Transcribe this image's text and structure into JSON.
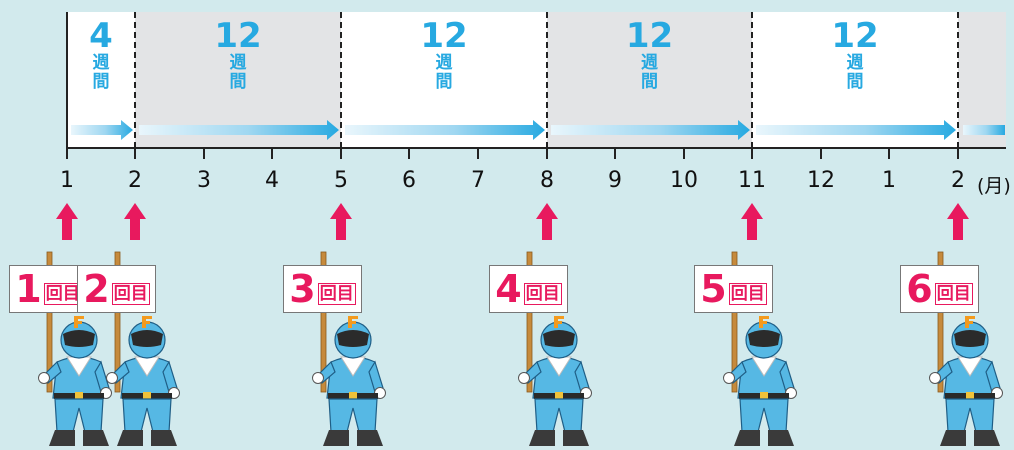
{
  "periods": [
    {
      "number": "4",
      "unit": "週間",
      "shade": "white"
    },
    {
      "number": "12",
      "unit": "週間",
      "shade": "grey"
    },
    {
      "number": "12",
      "unit": "週間",
      "shade": "white"
    },
    {
      "number": "12",
      "unit": "週間",
      "shade": "grey"
    },
    {
      "number": "12",
      "unit": "週間",
      "shade": "white"
    }
  ],
  "months": [
    "1",
    "2",
    "3",
    "4",
    "5",
    "6",
    "7",
    "8",
    "9",
    "10",
    "11",
    "12",
    "1",
    "2"
  ],
  "month_unit": "(月)",
  "doses": [
    {
      "number": "1",
      "suffix": "回目",
      "at_month_index": 0
    },
    {
      "number": "2",
      "suffix": "回目",
      "at_month_index": 1
    },
    {
      "number": "3",
      "suffix": "回目",
      "at_month_index": 4
    },
    {
      "number": "4",
      "suffix": "回目",
      "at_month_index": 7
    },
    {
      "number": "5",
      "suffix": "回目",
      "at_month_index": 10
    },
    {
      "number": "6",
      "suffix": "回目",
      "at_month_index": 13
    }
  ],
  "mascot_letter": "F",
  "colors": {
    "background": "#d2eaed",
    "week_text": "#27a9e1",
    "arrow_up": "#e8195e",
    "sign_text": "#e8195e",
    "arrow_band": "#27a9e1",
    "mascot_suit": "#56b8e4"
  }
}
